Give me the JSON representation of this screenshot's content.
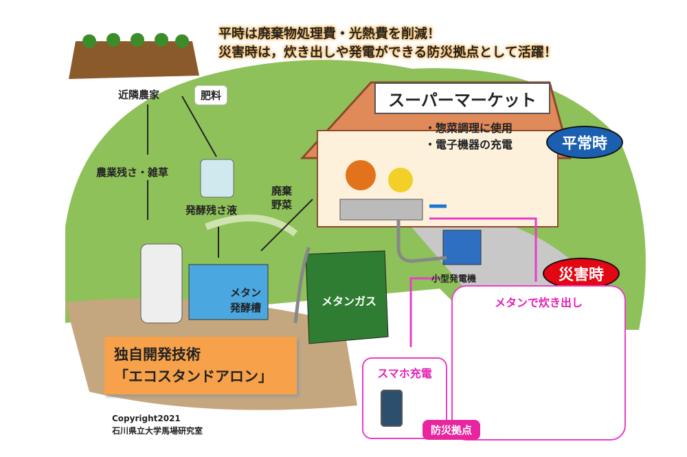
{
  "headline": {
    "line1": "平時は廃棄物処理費・光熱費を削減！",
    "line2": "災害時は，炊き出しや発電ができる防災拠点として活躍！"
  },
  "labels": {
    "farm": "近隣農家",
    "fertilizer": "肥料",
    "agri_residue": "農業残さ・雑草",
    "ferment_liquid": "発酵残さ液",
    "waste_veg_1": "廃棄",
    "waste_veg_2": "野菜",
    "tank_1": "メタン",
    "tank_2": "発酵槽",
    "gas": "メタンガス",
    "generator": "小型発電機"
  },
  "supermarket": {
    "title": "スーパーマーケット",
    "use1": "・惣菜調理に使用",
    "use2": "・電子機器の充電"
  },
  "normal_badge": "平常時",
  "disaster_badge": "災害時",
  "cooking_box": "メタンで炊き出し",
  "phone_box": "スマホ充電",
  "base_tag": "防災拠点",
  "tech": {
    "line1": "独自開発技術",
    "line2": "「エコスタンドアロン」"
  },
  "copyright": {
    "line1": "Copyright2021",
    "line2": "石川県立大学馬場研究室"
  },
  "colors": {
    "green": "#8fc15a",
    "ground": "#c4a77e",
    "orange": "#f7a24b",
    "blue": "#1a5fb0",
    "red": "#e30613",
    "pink": "#e83cc8"
  }
}
